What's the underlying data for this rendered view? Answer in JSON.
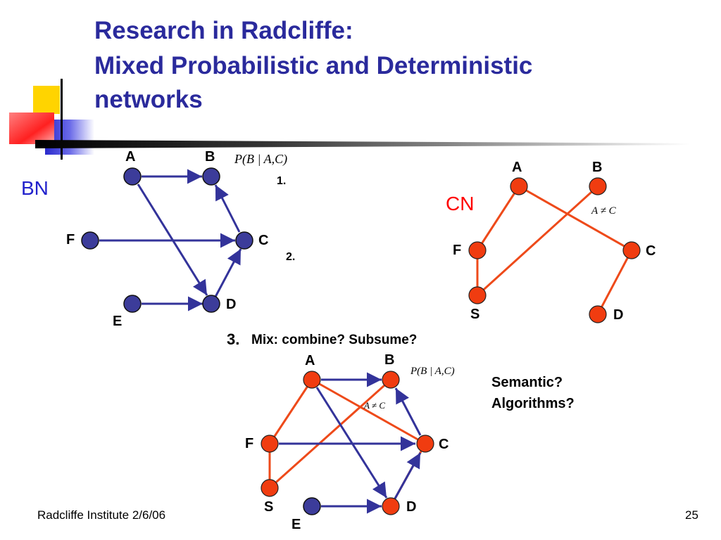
{
  "title": {
    "line1": "Research in Radcliffe:",
    "line2": "Mixed Probabilistic and Deterministic",
    "line3": "networks"
  },
  "bn": {
    "tag": "BN",
    "nodes": {
      "A": "A",
      "B": "B",
      "C": "C",
      "D": "D",
      "E": "E",
      "F": "F"
    },
    "formula": "P(B | A,C)",
    "step1": "1.",
    "step2": "2."
  },
  "cn": {
    "tag": "CN",
    "nodes": {
      "A": "A",
      "B": "B",
      "C": "C",
      "D": "D",
      "F": "F",
      "S": "S"
    },
    "constraint": "A ≠ C"
  },
  "mix": {
    "heading_num": "3.",
    "heading_text": "Mix: combine? Subsume?",
    "nodes": {
      "A": "A",
      "B": "B",
      "C": "C",
      "D": "D",
      "E": "E",
      "F": "F",
      "S": "S"
    },
    "formula": "P(B | A,C)",
    "constraint": "A ≠ C",
    "q1": "Semantic?",
    "q2": "Algorithms?"
  },
  "footer": {
    "left": "Radcliffe Institute 2/6/06",
    "page": "25"
  },
  "colors": {
    "title": "#2a2a9c",
    "bn_node": "#3c3c9a",
    "bn_edge": "#33339a",
    "cn_node": "#f03c10",
    "cn_edge": "#ee4a1a",
    "cn_tag": "#ff0000",
    "bn_tag": "#2222cc"
  }
}
